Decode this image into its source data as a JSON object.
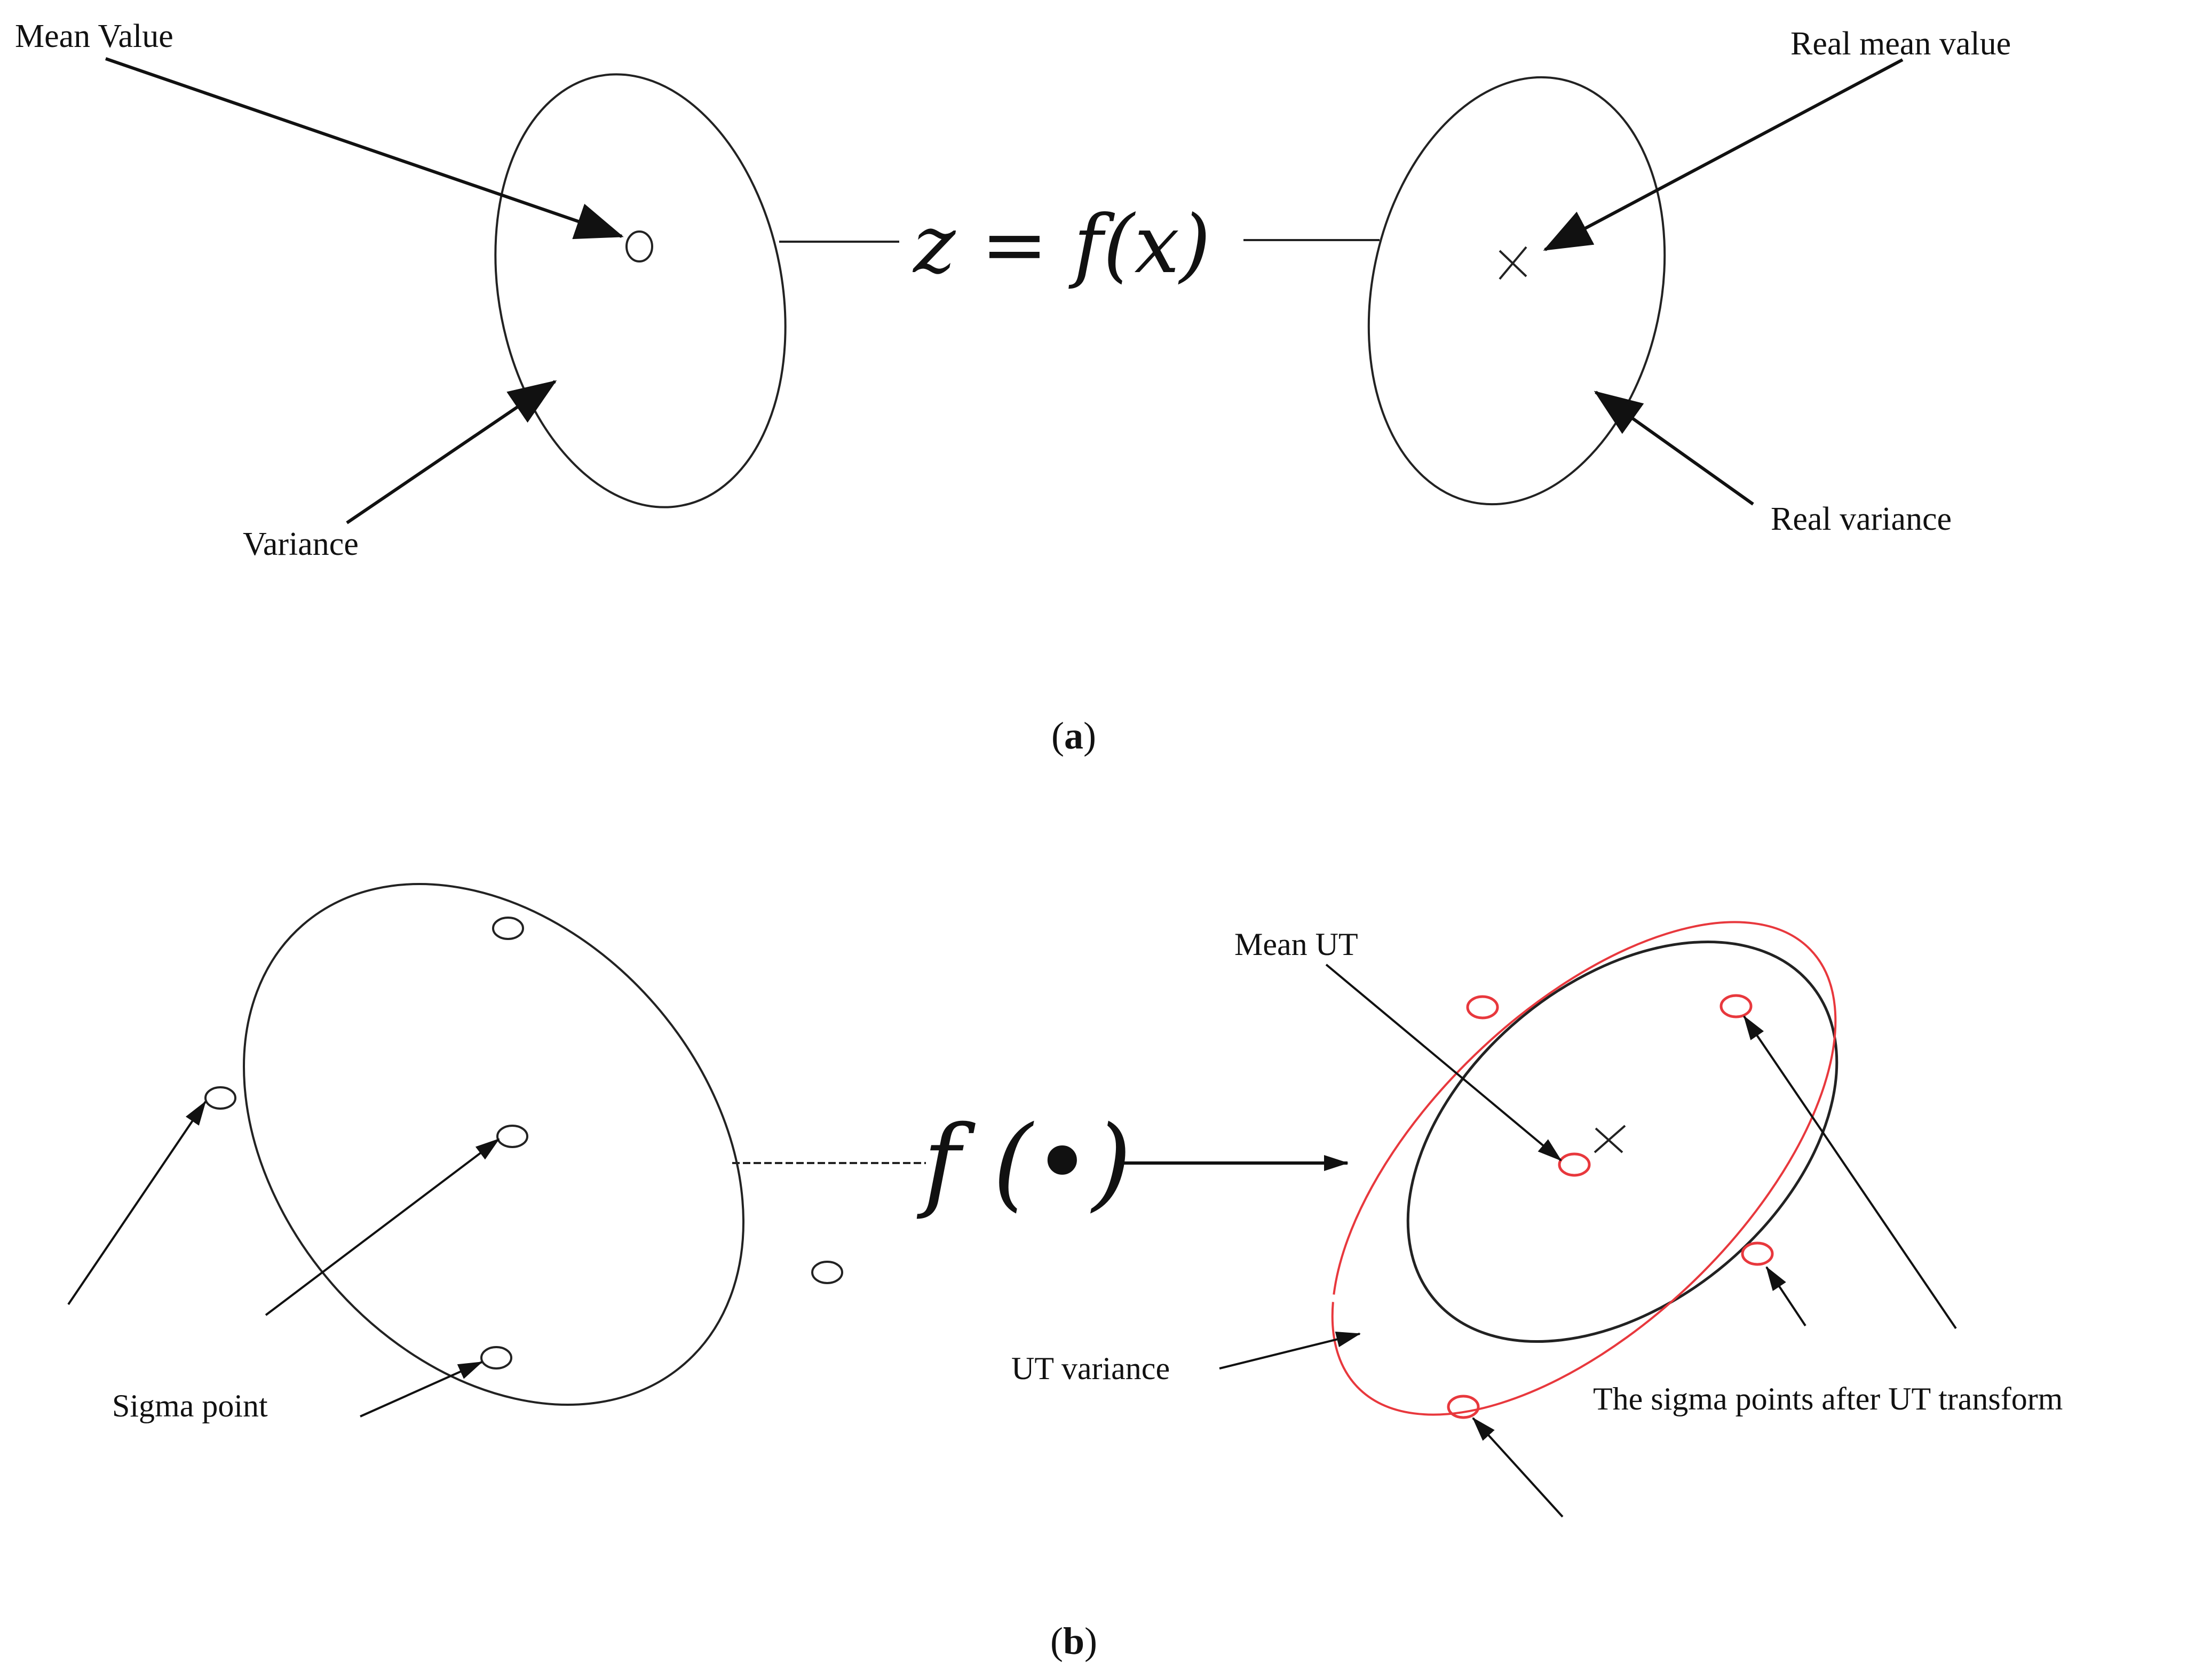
{
  "panel_a": {
    "labels": {
      "mean_value": "Mean Value",
      "variance": "Variance",
      "real_mean_value": "Real mean value",
      "real_variance": "Real variance"
    },
    "equation": "z = f(x)",
    "caption_open": "(",
    "caption_letter": "a",
    "caption_close": ")"
  },
  "panel_b": {
    "labels": {
      "sigma_point": "Sigma point",
      "mean_ut": "Mean UT",
      "ut_variance": "UT variance",
      "sigma_points_after_ut": "The sigma points after UT transform"
    },
    "function_text": "f (•)",
    "caption_open": "(",
    "caption_letter": "b",
    "caption_close": ")"
  },
  "colors": {
    "ink": "#222222",
    "ut_red": "#e8383d"
  }
}
